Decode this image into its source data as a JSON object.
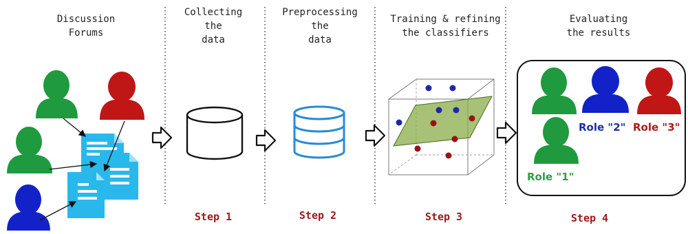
{
  "columns": [
    {
      "heading": "Discussion\nForums",
      "step": ""
    },
    {
      "heading": "Collecting\nthe\ndata",
      "step": "Step 1"
    },
    {
      "heading": "Preprocessing\nthe\ndata",
      "step": "Step 2"
    },
    {
      "heading": "Training & refining\nthe classifiers",
      "step": "Step 3"
    },
    {
      "heading": "Evaluating\nthe results",
      "step": "Step 4"
    }
  ],
  "roles": [
    {
      "label": "Role \"1\"",
      "color": "#2e9e4a"
    },
    {
      "label": "Role \"2\"",
      "color": "#1b2fa8"
    },
    {
      "label": "Role \"3\"",
      "color": "#b01919"
    }
  ],
  "colors": {
    "green": "#1f9a3e",
    "red": "#c01616",
    "blue": "#1322c8",
    "document": "#29b8ec",
    "database_stroke": "#2a8ad6",
    "plane": "#8aae4a",
    "step_text": "#a01818"
  },
  "icons": [
    "user-icon",
    "document-icon",
    "database-icon",
    "hollow-arrow-icon",
    "classifier-cube-icon"
  ]
}
